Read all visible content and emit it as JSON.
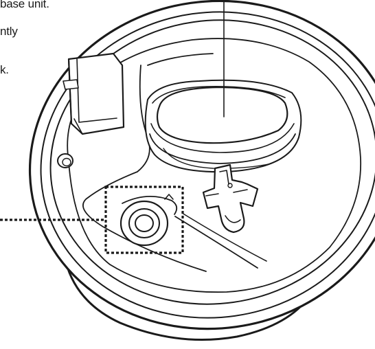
{
  "captions": {
    "line1": "base unit.",
    "line2": "ntly",
    "line3": "k."
  },
  "colors": {
    "ink": "#1a1a1a",
    "background": "#ffffff"
  },
  "icons": {
    "callout_box": "dotted-square",
    "part": "float-valve"
  }
}
